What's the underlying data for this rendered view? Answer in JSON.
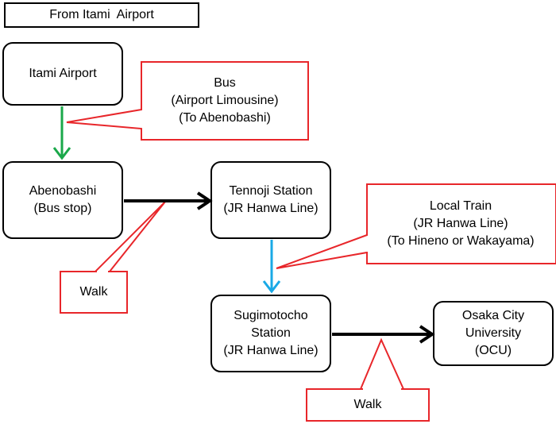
{
  "header": {
    "title": "From Itami  Airport"
  },
  "nodes": {
    "itami_airport": {
      "lines": [
        "Itami Airport"
      ]
    },
    "abenobashi": {
      "lines": [
        "Abenobashi",
        "(Bus stop)"
      ]
    },
    "tennoji_station": {
      "lines": [
        "Tennoji Station",
        "(JR Hanwa Line)"
      ]
    },
    "sugimotocho_station": {
      "lines": [
        "Sugimotocho",
        "Station",
        "(JR Hanwa Line)"
      ]
    },
    "osaka_city_university": {
      "lines": [
        "Osaka City",
        "University",
        "(OCU)"
      ]
    }
  },
  "callouts": {
    "bus": {
      "lines": [
        "Bus",
        "(Airport Limousine)",
        "(To Abenobashi)"
      ]
    },
    "local_train": {
      "lines": [
        "Local Train",
        "(JR Hanwa Line)",
        "(To Hineno or Wakayama)"
      ]
    },
    "walk_1": {
      "lines": [
        "Walk"
      ]
    },
    "walk_2": {
      "lines": [
        "Walk"
      ]
    }
  },
  "colors": {
    "node_border": "#000000",
    "callout_border": "#e8262a",
    "arrow_bus": "#1aa84a",
    "arrow_train": "#19a9e6",
    "arrow_walk": "#000000"
  }
}
